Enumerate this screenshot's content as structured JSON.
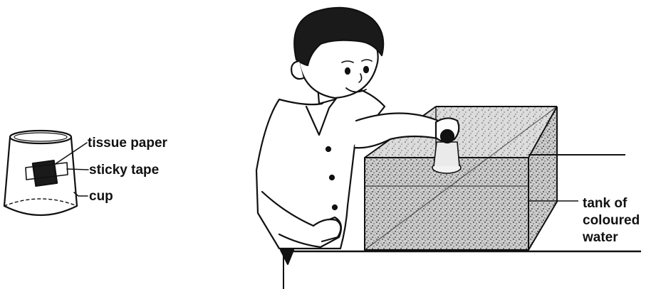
{
  "labels": {
    "tissue_paper": "tissue paper",
    "sticky_tape": "sticky tape",
    "cup": "cup",
    "tank_line1": "tank of",
    "tank_line2": "coloured",
    "tank_line3": "water"
  }
}
